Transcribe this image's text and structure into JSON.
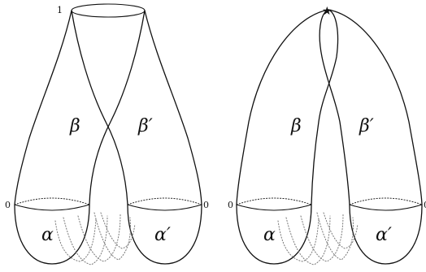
{
  "left_panel": {
    "labels": {
      "top_level": "1",
      "left_base_level": "0",
      "right_base_level": "0",
      "beta": "β",
      "beta_prime": "β′",
      "alpha": "α",
      "alpha_prime": "α′"
    }
  },
  "right_panel": {
    "labels": {
      "left_base_level": "0",
      "right_base_level": "0",
      "beta": "β",
      "beta_prime": "β′",
      "alpha": "α",
      "alpha_prime": "α′"
    },
    "marker": "★"
  }
}
